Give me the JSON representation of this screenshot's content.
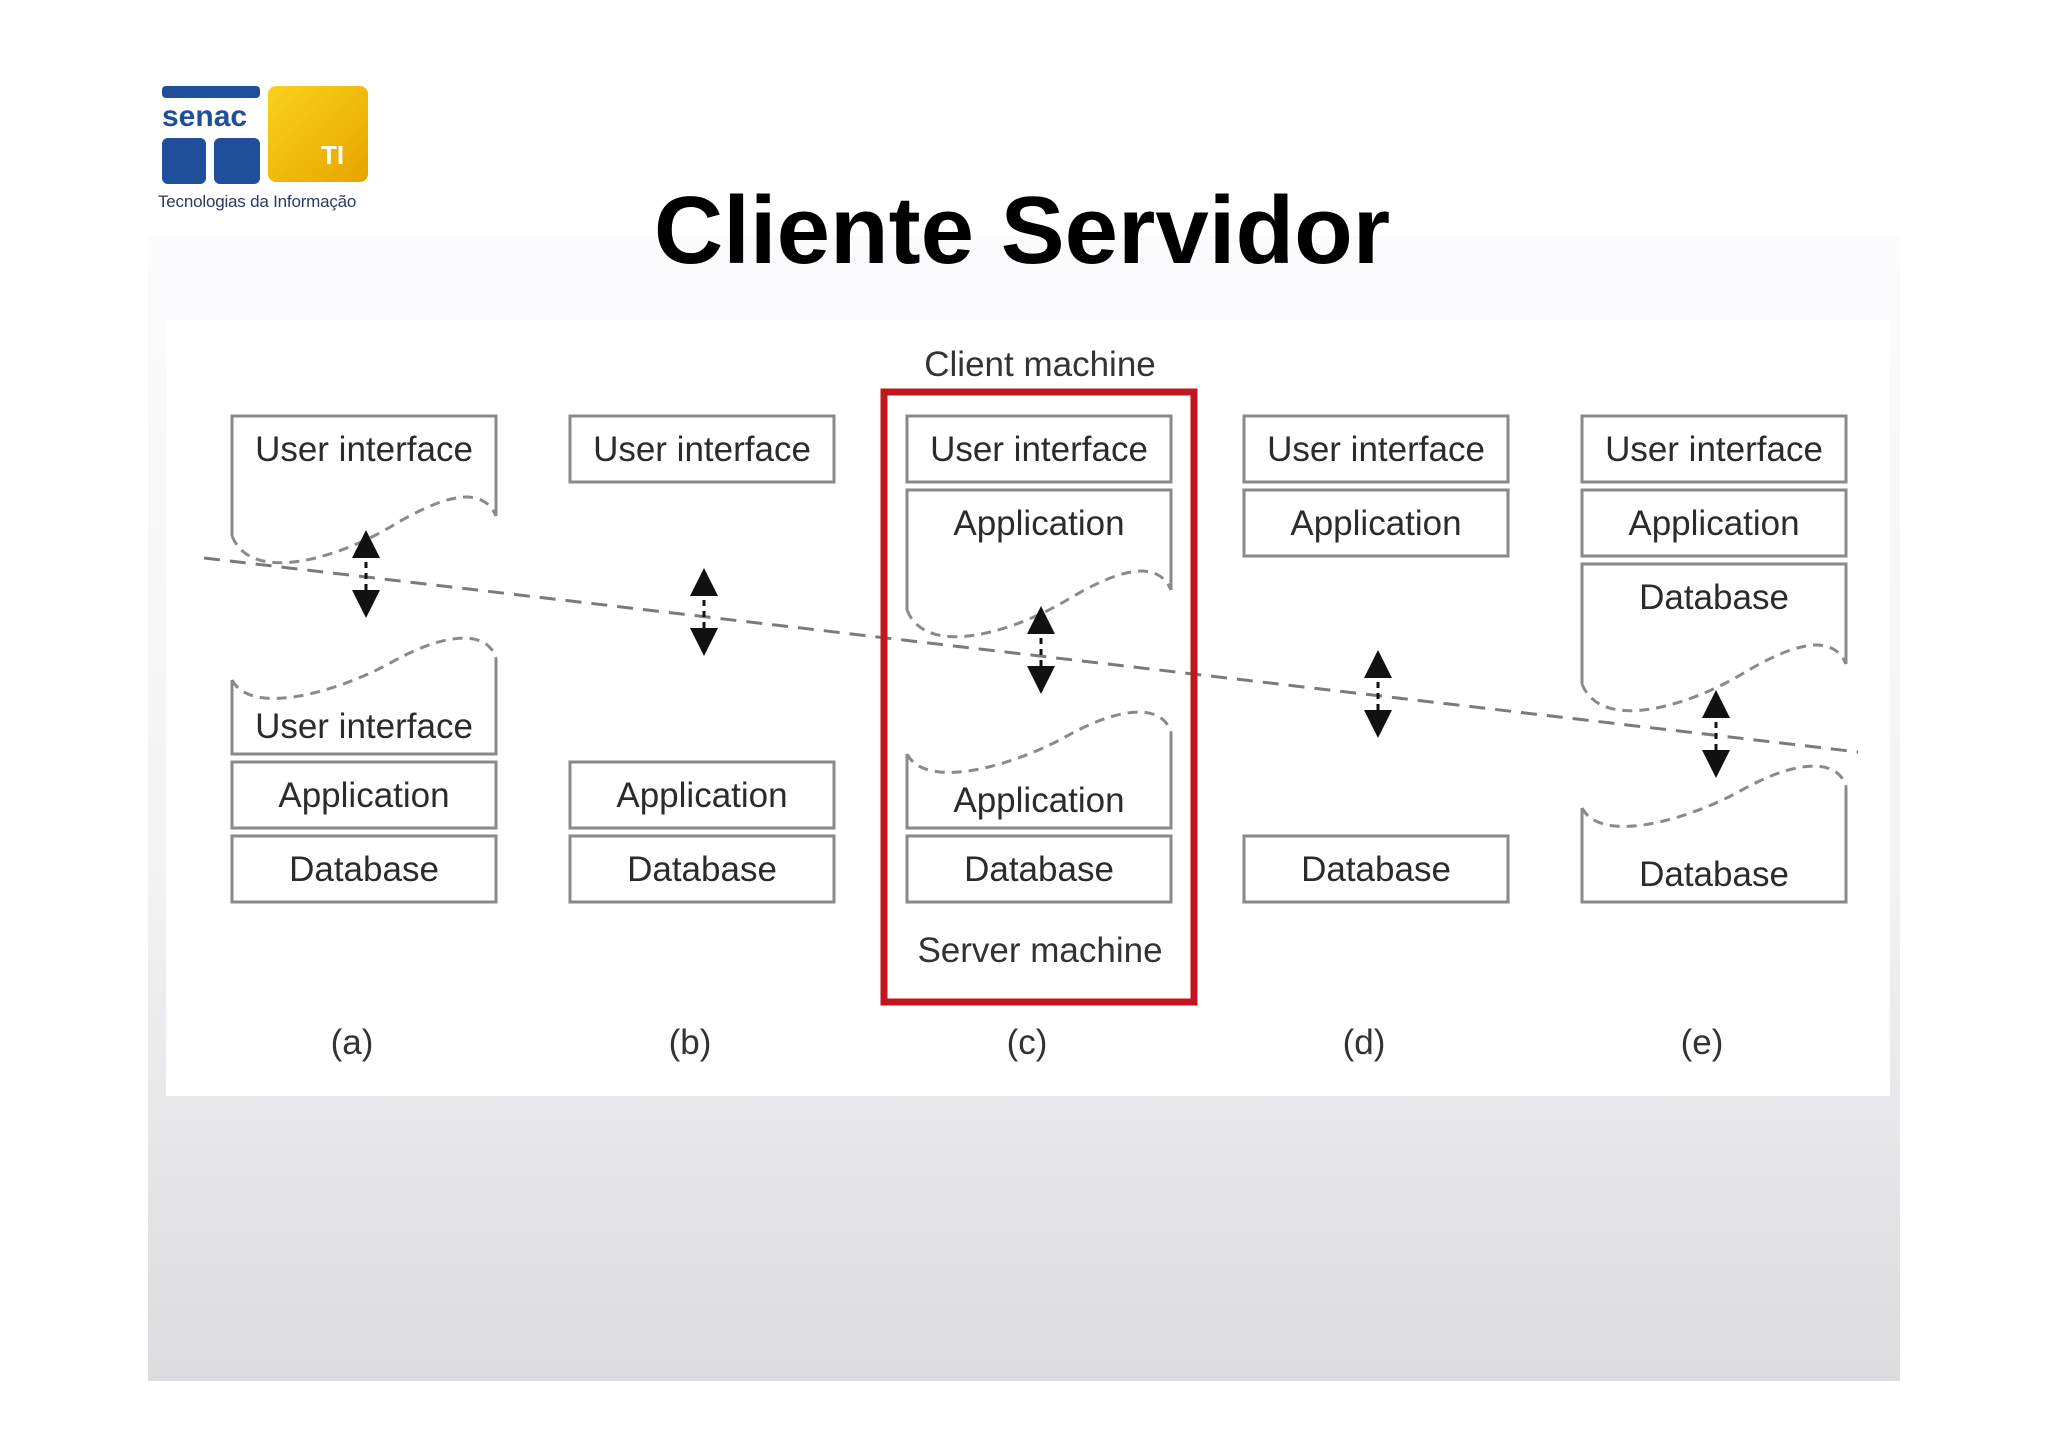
{
  "logo": {
    "name": "senac",
    "badge": "TI",
    "tagline": "Tecnologias da Informação",
    "brand_blue": "#1f4e9a",
    "brand_gold": "#f2b705"
  },
  "title": "Cliente Servidor",
  "diagram": {
    "client_machine_label": "Client machine",
    "server_machine_label": "Server machine",
    "highlight_color": "#c0161d",
    "columns": [
      {
        "caption": "(a)",
        "client_boxes": [
          "User interface"
        ],
        "server_boxes": [
          "User interface",
          "Application",
          "Database"
        ]
      },
      {
        "caption": "(b)",
        "client_boxes": [
          "User interface"
        ],
        "server_boxes": [
          "Application",
          "Database"
        ]
      },
      {
        "caption": "(c)",
        "client_boxes": [
          "User interface",
          "Application"
        ],
        "server_boxes": [
          "Application",
          "Database"
        ]
      },
      {
        "caption": "(d)",
        "client_boxes": [
          "User interface",
          "Application"
        ],
        "server_boxes": [
          "Database"
        ]
      },
      {
        "caption": "(e)",
        "client_boxes": [
          "User interface",
          "Application",
          "Database"
        ],
        "server_boxes": [
          "Database"
        ]
      }
    ]
  }
}
